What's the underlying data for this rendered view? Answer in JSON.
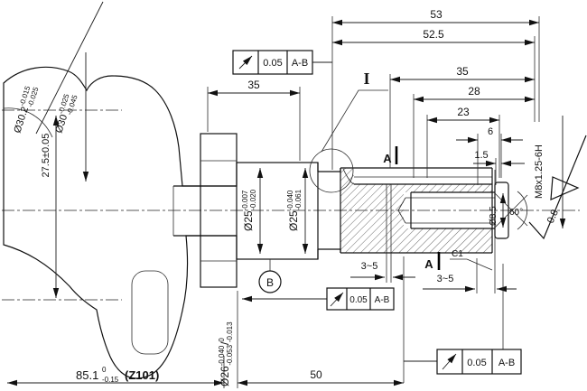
{
  "labels": {
    "dia30_2": {
      "d": "Ø30.2",
      "up": "-0.015",
      "lo": "-0.025"
    },
    "dia30": {
      "d": "Ø30",
      "up": "-0.025",
      "lo": "-0.045"
    },
    "throw": "27.5±0.05",
    "hub_len": "35",
    "len53": "53",
    "len52_5": "52.5",
    "len35": "35",
    "len28": "28",
    "len23": "23",
    "len6": "6",
    "len1_5": "1.5",
    "thread": "M8x1.25-6H",
    "roughness": "0.8",
    "detail": "I",
    "section_a": "A",
    "dia25_front": {
      "d": "Ø25",
      "up": "-0.007",
      "lo": "-0.020"
    },
    "dia25_rear": {
      "d": "Ø25",
      "up": "-0.040",
      "lo": "-0.061"
    },
    "datum_b": "B",
    "gap_left": "3~5",
    "gap_right": "3~5",
    "chamfer": "C1",
    "dia8_5": "Ø8.5",
    "angle60": "60°",
    "dia26": {
      "d": "Ø26",
      "up1": "-0.040",
      "lo1": "-0.053",
      "sep": "/",
      "up2": "0",
      "lo2": "-0.013"
    },
    "len85": {
      "d": "85.1",
      "up": "0",
      "lo": "-0.15",
      "code": "(Z101)"
    },
    "len50": "50"
  },
  "fcf": {
    "tol": "0.05",
    "datum": "A-B"
  }
}
